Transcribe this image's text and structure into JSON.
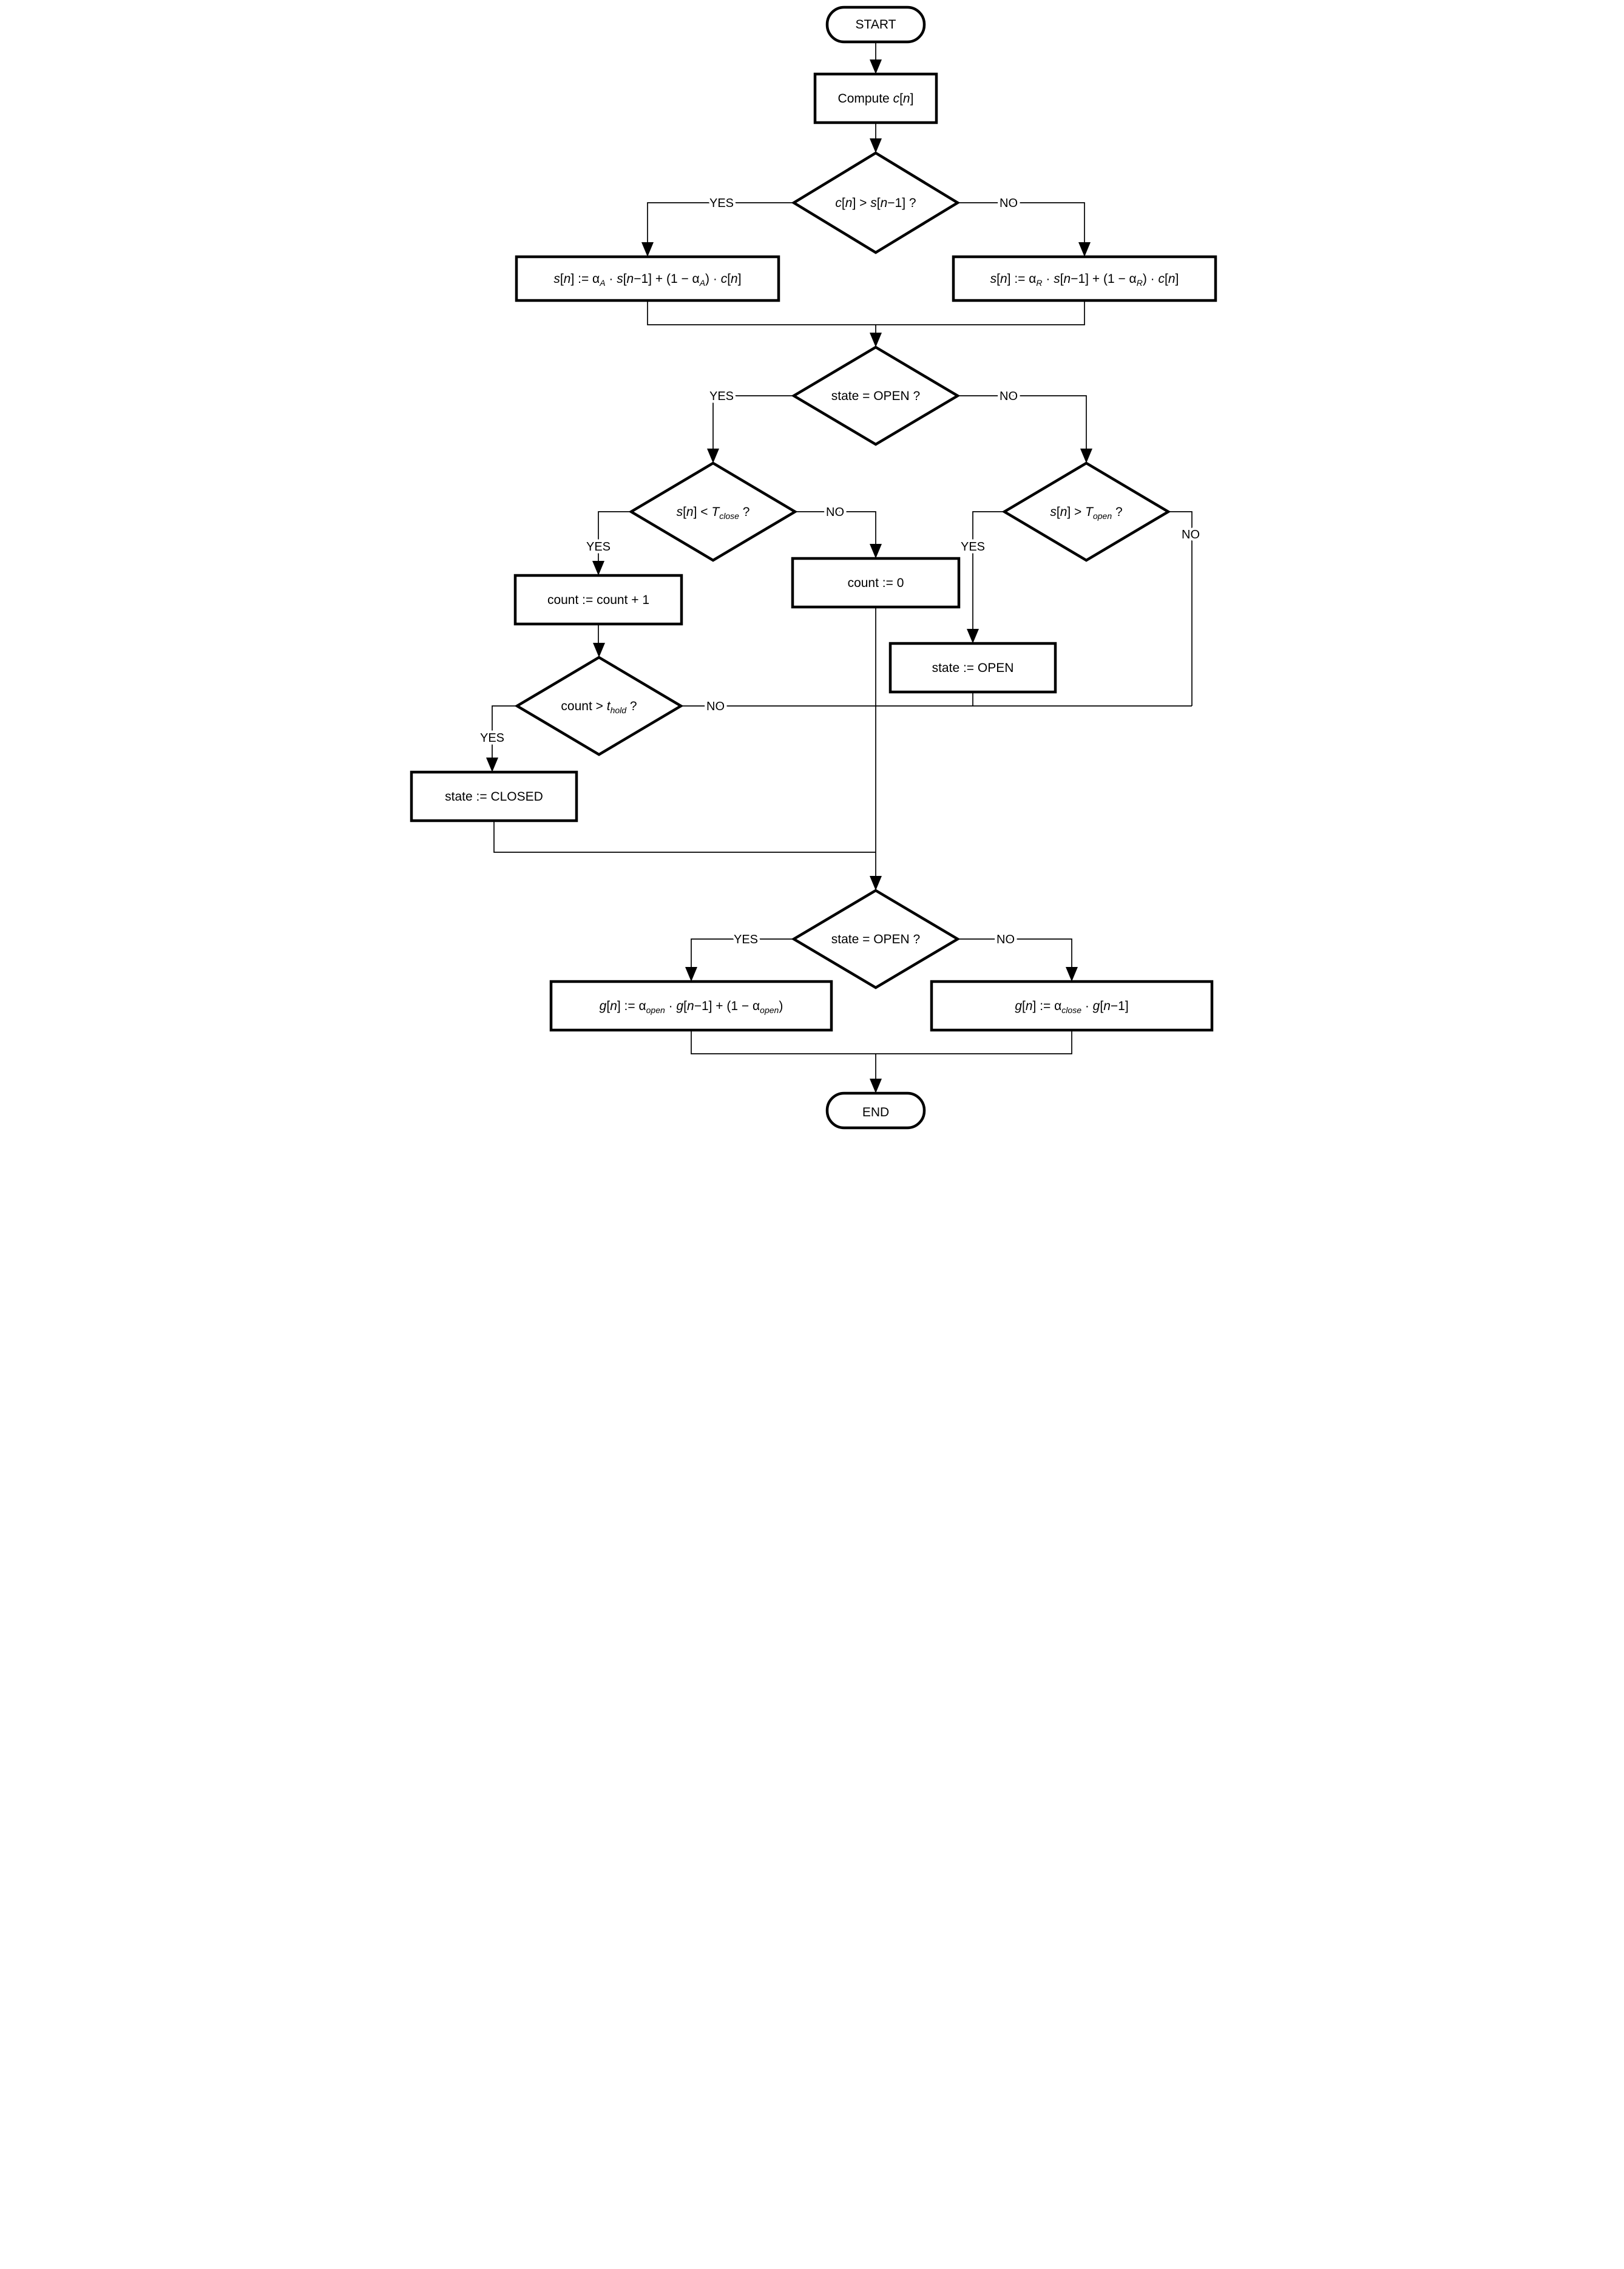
{
  "colors": {
    "line": "#000000",
    "fill": "#ffffff"
  },
  "nodes": {
    "start": {
      "type": "terminal",
      "label": [
        {
          "t": "START"
        }
      ]
    },
    "compute": {
      "type": "process",
      "label": [
        {
          "t": "Compute "
        },
        {
          "t": "c",
          "i": 1
        },
        {
          "t": "["
        },
        {
          "t": "n",
          "i": 1
        },
        {
          "t": "]"
        }
      ]
    },
    "envelope_decision": {
      "type": "decision",
      "label": [
        {
          "t": "c",
          "i": 1
        },
        {
          "t": "["
        },
        {
          "t": "n",
          "i": 1
        },
        {
          "t": "] > "
        },
        {
          "t": "s",
          "i": 1
        },
        {
          "t": "["
        },
        {
          "t": "n",
          "i": 1
        },
        {
          "t": "−1] ?"
        }
      ]
    },
    "attack_update": {
      "type": "process",
      "label": [
        {
          "t": "s",
          "i": 1
        },
        {
          "t": "["
        },
        {
          "t": "n",
          "i": 1
        },
        {
          "t": "] := α"
        },
        {
          "t": "A",
          "i": 1,
          "sub": 1
        },
        {
          "t": " · "
        },
        {
          "t": "s",
          "i": 1
        },
        {
          "t": "["
        },
        {
          "t": "n",
          "i": 1
        },
        {
          "t": "−1] + (1 − α"
        },
        {
          "t": "A",
          "i": 1,
          "sub": 1
        },
        {
          "t": ") ·  "
        },
        {
          "t": "c",
          "i": 1
        },
        {
          "t": "["
        },
        {
          "t": "n",
          "i": 1
        },
        {
          "t": "]"
        }
      ]
    },
    "release_update": {
      "type": "process",
      "label": [
        {
          "t": "s",
          "i": 1
        },
        {
          "t": "["
        },
        {
          "t": "n",
          "i": 1
        },
        {
          "t": "] := α"
        },
        {
          "t": "R",
          "i": 1,
          "sub": 1
        },
        {
          "t": " · "
        },
        {
          "t": "s",
          "i": 1
        },
        {
          "t": "["
        },
        {
          "t": "n",
          "i": 1
        },
        {
          "t": "−1] + (1 − α"
        },
        {
          "t": "R",
          "i": 1,
          "sub": 1
        },
        {
          "t": ") ·  "
        },
        {
          "t": "c",
          "i": 1
        },
        {
          "t": "["
        },
        {
          "t": "n",
          "i": 1
        },
        {
          "t": "]"
        }
      ]
    },
    "state_open_decision_top": {
      "type": "decision",
      "label": [
        {
          "t": "state = OPEN ?"
        }
      ]
    },
    "close_threshold_decision": {
      "type": "decision",
      "label": [
        {
          "t": "s",
          "i": 1
        },
        {
          "t": "["
        },
        {
          "t": "n",
          "i": 1
        },
        {
          "t": "] < "
        },
        {
          "t": "T",
          "i": 1
        },
        {
          "t": "close",
          "i": 1,
          "sub": 1
        },
        {
          "t": " ?"
        }
      ]
    },
    "open_threshold_decision": {
      "type": "decision",
      "label": [
        {
          "t": "s",
          "i": 1
        },
        {
          "t": "["
        },
        {
          "t": "n",
          "i": 1
        },
        {
          "t": "] > "
        },
        {
          "t": "T",
          "i": 1
        },
        {
          "t": "open",
          "i": 1,
          "sub": 1
        },
        {
          "t": " ?"
        }
      ]
    },
    "increment_count": {
      "type": "process",
      "label": [
        {
          "t": "count := count + 1"
        }
      ]
    },
    "reset_count": {
      "type": "process",
      "label": [
        {
          "t": "count := 0"
        }
      ]
    },
    "set_state_open": {
      "type": "process",
      "label": [
        {
          "t": "state := OPEN"
        }
      ]
    },
    "hold_count_decision": {
      "type": "decision",
      "label": [
        {
          "t": "count > "
        },
        {
          "t": "t",
          "i": 1
        },
        {
          "t": "hold",
          "i": 1,
          "sub": 1
        },
        {
          "t": " ?"
        }
      ]
    },
    "set_state_closed": {
      "type": "process",
      "label": [
        {
          "t": "state := CLOSED"
        }
      ]
    },
    "state_open_decision_bottom": {
      "type": "decision",
      "label": [
        {
          "t": "state = OPEN ?"
        }
      ]
    },
    "gain_open_update": {
      "type": "process",
      "label": [
        {
          "t": "g",
          "i": 1
        },
        {
          "t": "["
        },
        {
          "t": "n",
          "i": 1
        },
        {
          "t": "] := α"
        },
        {
          "t": "open",
          "i": 1,
          "sub": 1
        },
        {
          "t": " · "
        },
        {
          "t": "g",
          "i": 1
        },
        {
          "t": "["
        },
        {
          "t": "n",
          "i": 1
        },
        {
          "t": "−1] + (1 − α"
        },
        {
          "t": "open",
          "i": 1,
          "sub": 1
        },
        {
          "t": ")"
        }
      ]
    },
    "gain_close_update": {
      "type": "process",
      "label": [
        {
          "t": "g",
          "i": 1
        },
        {
          "t": "["
        },
        {
          "t": "n",
          "i": 1
        },
        {
          "t": "] := α"
        },
        {
          "t": "close",
          "i": 1,
          "sub": 1
        },
        {
          "t": " · "
        },
        {
          "t": "g",
          "i": 1
        },
        {
          "t": "["
        },
        {
          "t": "n",
          "i": 1
        },
        {
          "t": "−1]"
        }
      ]
    },
    "end": {
      "type": "terminal",
      "label": [
        {
          "t": "END"
        }
      ]
    }
  },
  "edge_labels": {
    "envelope_yes": "YES",
    "envelope_no": "NO",
    "state_top_yes": "YES",
    "state_top_no": "NO",
    "tclose_yes": "YES",
    "tclose_no": "NO",
    "topen_yes": "YES",
    "topen_no": "NO",
    "thold_yes": "YES",
    "thold_no": "NO",
    "state_bottom_yes": "YES",
    "state_bottom_no": "NO"
  }
}
